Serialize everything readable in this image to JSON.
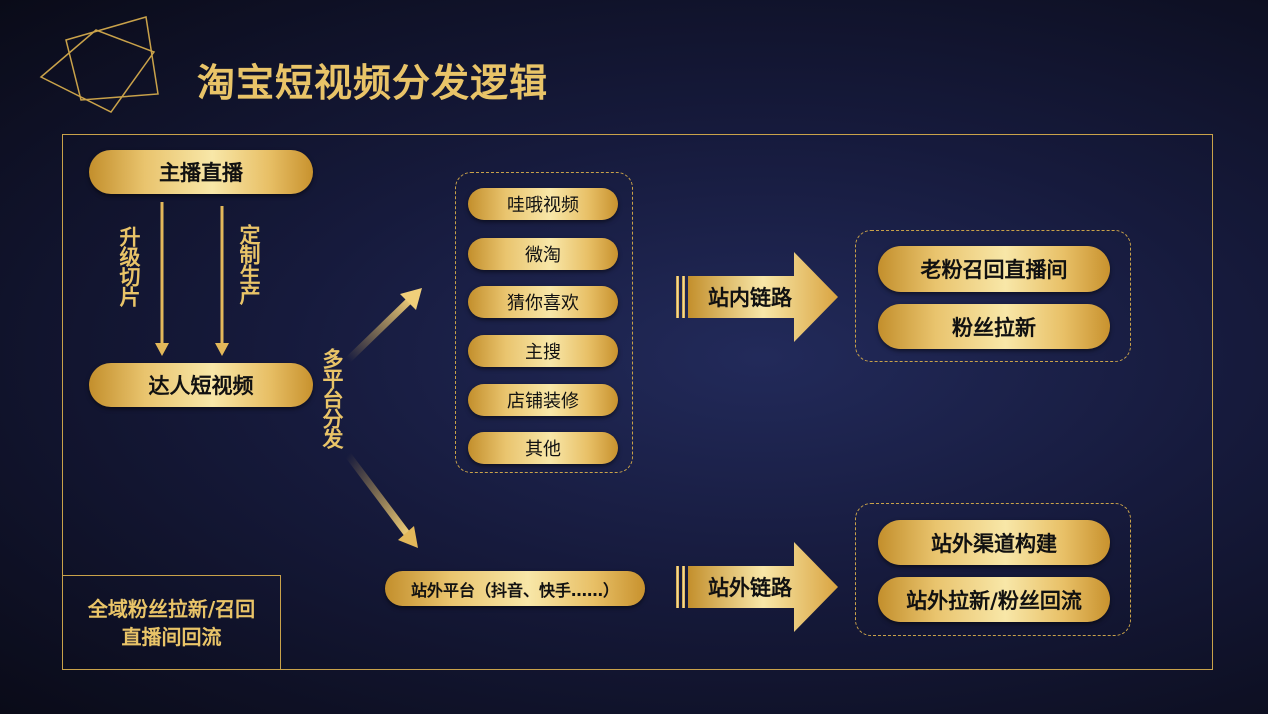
{
  "title": "淘宝短视频分发逻辑",
  "left": {
    "top_pill": "主播直播",
    "bottom_pill": "达人短视频",
    "arrow_left_label": "升级切片",
    "arrow_right_label": "定制生产",
    "distribute_label": "多平台分发"
  },
  "onsite_channels": [
    "哇哦视频",
    "微淘",
    "猜你喜欢",
    "主搜",
    "店铺装修",
    "其他"
  ],
  "offsite_platform": "站外平台（抖音、快手……）",
  "onsite_link": "站内链路",
  "offsite_link": "站外链路",
  "onsite_results": [
    "老粉召回直播间",
    "粉丝拉新"
  ],
  "offsite_results": [
    "站外渠道构建",
    "站外拉新/粉丝回流"
  ],
  "summary": {
    "line1": "全域粉丝拉新/召回",
    "line2": "直播间回流"
  },
  "colors": {
    "gold": "#e9c468",
    "background": "#161a3c"
  }
}
